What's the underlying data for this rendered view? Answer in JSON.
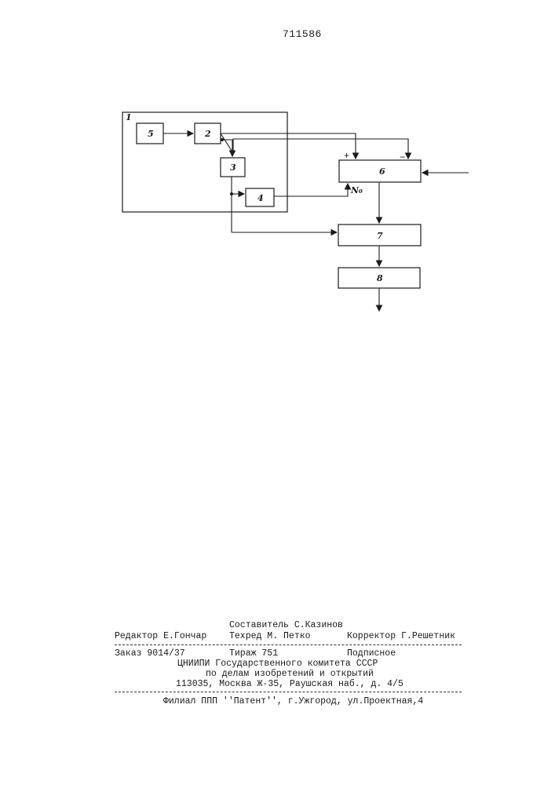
{
  "patent_number": "711586",
  "diagram": {
    "blocks": [
      "1",
      "5",
      "2",
      "3",
      "4",
      "6",
      "7",
      "8"
    ],
    "signs": {
      "plus": "+",
      "minus": "−",
      "n0": "N₀"
    }
  },
  "imprint": {
    "compiler": "Составитель С.Казинов",
    "editor": "Редактор Е.Гончар",
    "techred": "Техред М. Петко",
    "corrector": "Корректор Г.Решетник",
    "order": "Заказ 9014/37",
    "circulation": "Тираж 751",
    "subscription": "Подписное",
    "org_line1": "ЦНИИПИ Государственного комитета СССР",
    "org_line2": "по делам изобретений и открытий",
    "org_address": "113035, Москва  Ж-35, Раушская наб., д. 4/5",
    "branch": "Филиал ППП ''Патент'', г.Ужгород, ул.Проектная,4"
  }
}
